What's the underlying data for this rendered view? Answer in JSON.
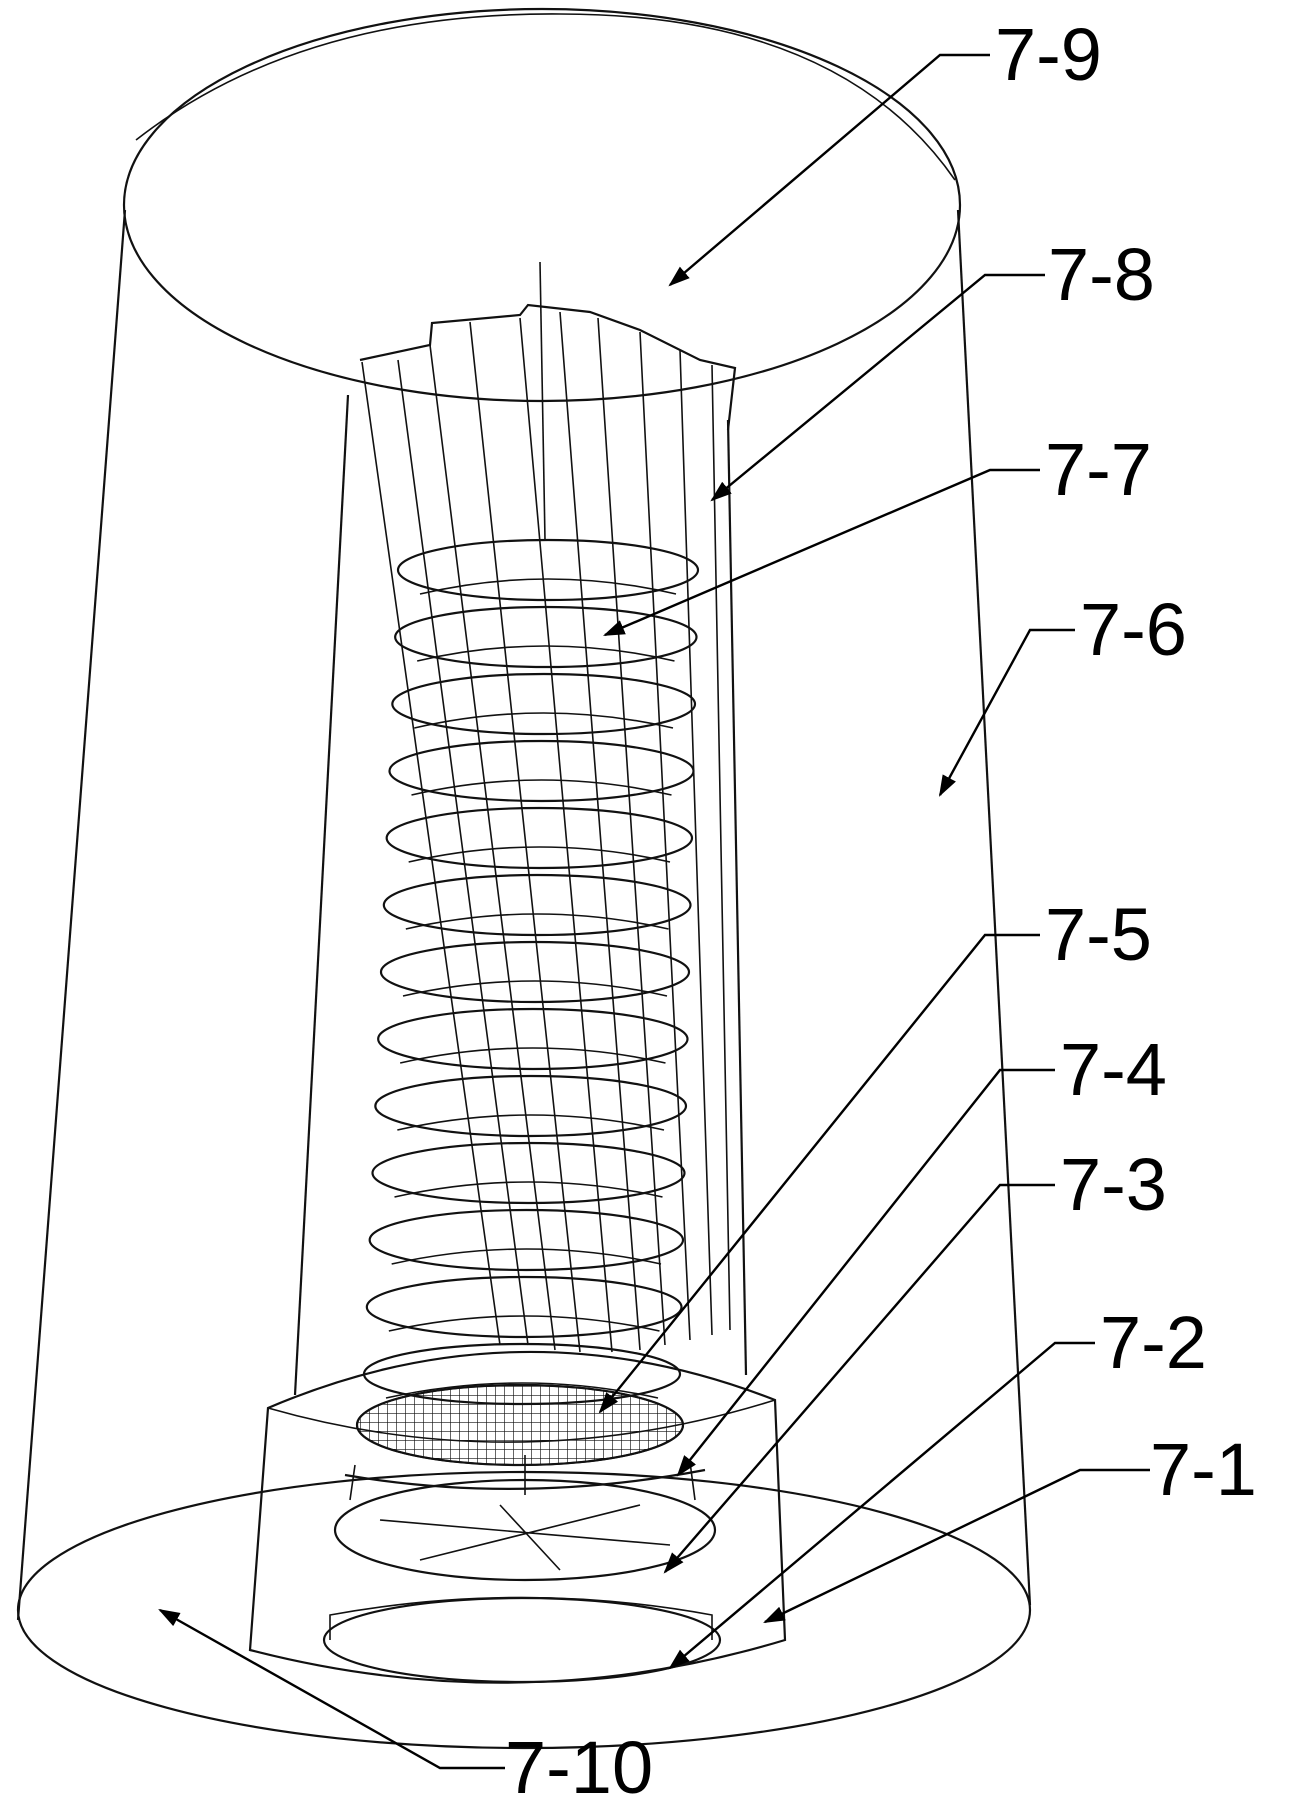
{
  "figure": {
    "labels": [
      {
        "id": "7-9",
        "text": "7-9"
      },
      {
        "id": "7-8",
        "text": "7-8"
      },
      {
        "id": "7-7",
        "text": "7-7"
      },
      {
        "id": "7-6",
        "text": "7-6"
      },
      {
        "id": "7-5",
        "text": "7-5"
      },
      {
        "id": "7-4",
        "text": "7-4"
      },
      {
        "id": "7-3",
        "text": "7-3"
      },
      {
        "id": "7-2",
        "text": "7-2"
      },
      {
        "id": "7-1",
        "text": "7-1"
      },
      {
        "id": "7-10",
        "text": "7-10"
      }
    ],
    "colors": {
      "line": "#111111",
      "background": "#ffffff"
    }
  }
}
